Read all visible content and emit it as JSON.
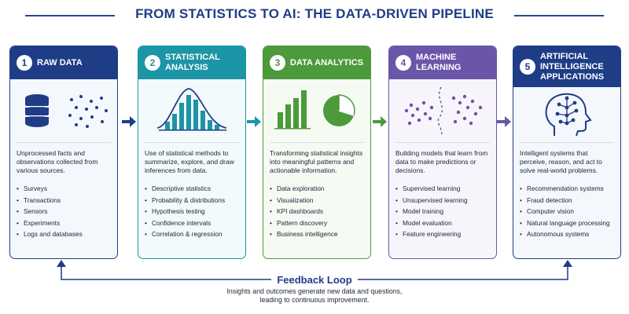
{
  "title": "FROM STATISTICS TO AI: THE DATA-DRIVEN PIPELINE",
  "colors": {
    "navy": "#1f3d86",
    "teal": "#1c95a6",
    "green": "#4c9a3b",
    "purple": "#6a55a8"
  },
  "stages": [
    {
      "number": "1",
      "title": "RAW DATA",
      "icon": "database-icon",
      "description": "Unprocessed facts and observations collected from various sources.",
      "bullets": [
        "Surveys",
        "Transactions",
        "Sensors",
        "Experiments",
        "Logs and databases"
      ]
    },
    {
      "number": "2",
      "title": "STATISTICAL ANALYSIS",
      "icon": "distribution-chart-icon",
      "description": "Use of statistical methods to summarize, explore, and draw inferences from data.",
      "bullets": [
        "Descriptive statistics",
        "Probability & distributions",
        "Hypothesis testing",
        "Confidence intervals",
        "Correlation & regression"
      ]
    },
    {
      "number": "3",
      "title": "DATA ANALYTICS",
      "icon": "bar-and-pie-chart-icon",
      "description": "Transforming statistical insights into meaningful patterns and actionable information.",
      "bullets": [
        "Data exploration",
        "Visualization",
        "KPI dashboards",
        "Pattern discovery",
        "Business intelligence"
      ]
    },
    {
      "number": "4",
      "title": "MACHINE LEARNING",
      "icon": "clustering-icon",
      "description": "Building models that learn from data to make predictions or decisions.",
      "bullets": [
        "Supervised learning",
        "Unsupervised learning",
        "Model training",
        "Model evaluation",
        "Feature engineering"
      ]
    },
    {
      "number": "5",
      "title": "ARTIFICIAL INTELLIGENCE APPLICATIONS",
      "icon": "ai-brain-head-icon",
      "description": "Intelligent systems that perceive, reason, and act to solve real-world problems.",
      "bullets": [
        "Recommendation systems",
        "Fraud detection",
        "Computer vision",
        "Natural language processing",
        "Autonomous systems"
      ]
    }
  ],
  "feedback": {
    "title": "Feedback Loop",
    "description_line1": "Insights and outcomes generate new data and questions,",
    "description_line2": "leading to continuous improvement."
  }
}
